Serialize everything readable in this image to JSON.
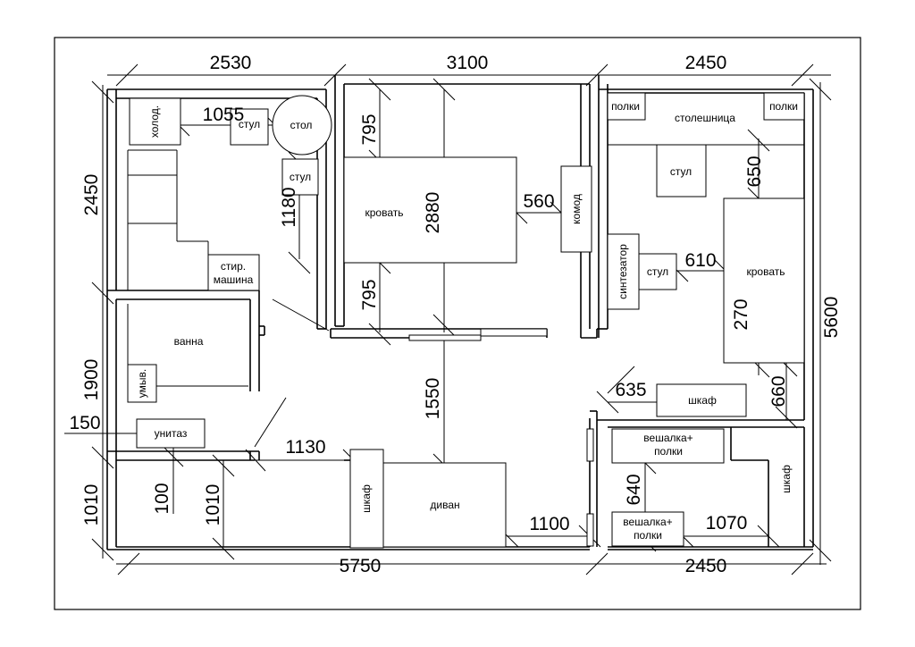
{
  "dimensions": {
    "top_left": "2530",
    "top_mid": "3100",
    "top_right": "2450",
    "left_upper": "2450",
    "left_mid": "1900",
    "left_150": "150",
    "left_lower": "1010",
    "inner_1010": "1010",
    "inner_100": "100",
    "bottom_left": "5750",
    "bottom_right": "2450",
    "right": "5600",
    "d1055": "1055",
    "d1180": "1180",
    "d795a": "795",
    "d795b": "795",
    "d2880": "2880",
    "d560": "560",
    "d1550": "1550",
    "d1130": "1130",
    "d1100": "1100",
    "d650": "650",
    "d610": "610",
    "d270": "270",
    "d635": "635",
    "d660": "660",
    "d640": "640",
    "d1070": "1070"
  },
  "labels": {
    "fridge": "холод.",
    "chair_kitchen_1": "стул",
    "table": "стол",
    "chair_kitchen_2": "стул",
    "washer_1": "стир.",
    "washer_2": "машина",
    "bath": "ванна",
    "sink": "умыв.",
    "toilet": "унитаз",
    "bed_center": "кровать",
    "dresser": "комод",
    "wardrobe_left": "шкаф",
    "sofa": "диван",
    "shelf_left": "полки",
    "shelf_right": "полки",
    "countertop": "столешница",
    "chair_right_1": "стул",
    "synth": "синтезатор",
    "chair_right_2": "стул",
    "bed_right": "кровать",
    "wardrobe_right": "шкаф",
    "hanger_1a": "вешалка+",
    "hanger_1b": "полки",
    "hanger_2a": "вешалка+",
    "hanger_2b": "полки",
    "wardrobe_corner": "шкаф"
  }
}
